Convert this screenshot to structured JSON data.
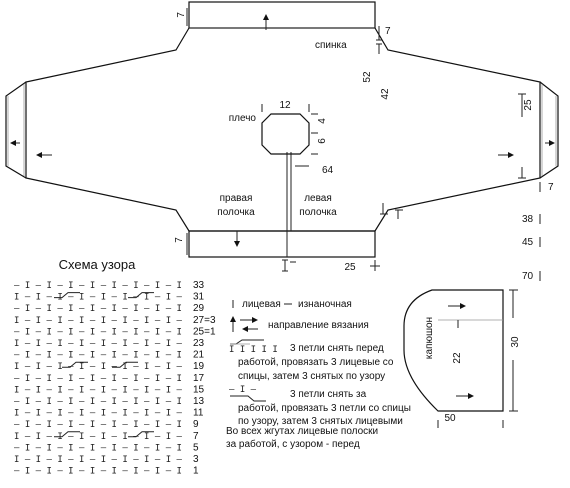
{
  "labels": {
    "back": "спинка",
    "shoulder": "плечо",
    "right_front": [
      "правая",
      "полочка"
    ],
    "left_front": [
      "левая",
      "полочка"
    ],
    "hood": "капюшон",
    "pattern_title": "Схема узора"
  },
  "dims": {
    "top_rib": "7",
    "top_right_rib": "7",
    "dim52": "52",
    "dim42": "42",
    "dim12": "12",
    "dim4": "4",
    "dim6": "6",
    "dim64": "64",
    "dim25_right": "25",
    "dim7_cuff": "7",
    "dim7_left_bottom": "7",
    "dim25_bottom": "25",
    "dim38": "38",
    "dim45": "45",
    "dim70": "70",
    "hood_height": "30",
    "hood_inner": "22",
    "hood_width": "50"
  },
  "row_numbers": [
    "33",
    "31",
    "29",
    "27=3",
    "25=1",
    "23",
    "21",
    "19",
    "17",
    "15",
    "13",
    "11",
    "9",
    "7",
    "5",
    "3",
    "1"
  ],
  "legend": {
    "knit": "лицевая",
    "purl": "изнаночная",
    "direction": "направление вязания",
    "cable_front": [
      "3 петли снять перед",
      "работой, провязать 3 лицевые со",
      "спицы, затем 3 снятых по узору"
    ],
    "cable_back": [
      "3 петли снять за",
      "работой, провязать 3 петли со спицы",
      "по узору, затем 3 снятых лицевыми"
    ],
    "note": [
      "Во всех жгутах лицевые полоски",
      "за работой, с узором - перед"
    ]
  }
}
